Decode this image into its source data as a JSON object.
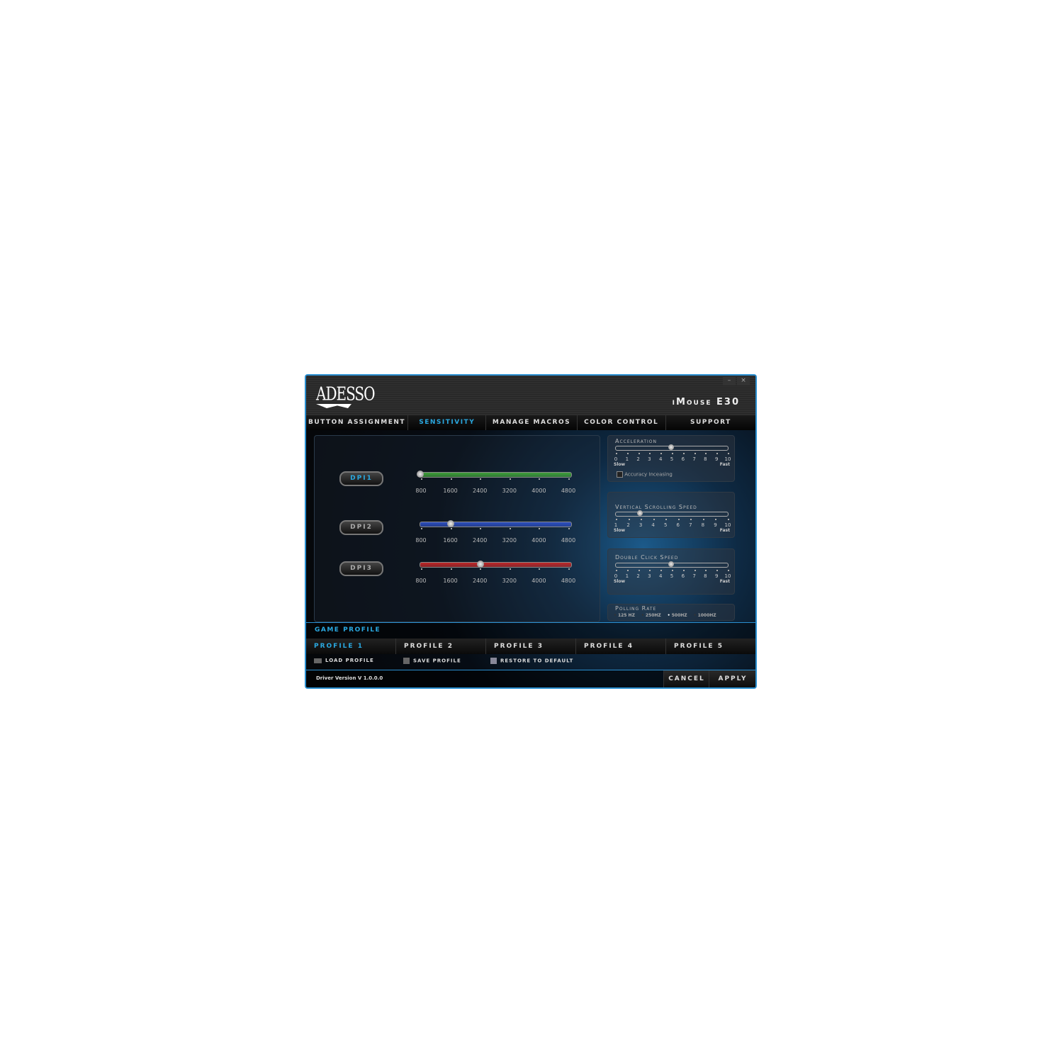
{
  "window": {
    "logo": "ADESSO",
    "title": "iMouse E30",
    "minimize": "–",
    "close": "×"
  },
  "tabs": [
    {
      "label": "BUTTON ASSIGNMENT"
    },
    {
      "label": "SENSITIVITY",
      "active": true
    },
    {
      "label": "MANAGE MACROS"
    },
    {
      "label": "COLOR CONTROL"
    },
    {
      "label": "SUPPORT"
    }
  ],
  "dpi": {
    "ticks": [
      "800",
      "1600",
      "2400",
      "3200",
      "4000",
      "4800"
    ],
    "levels": [
      {
        "label": "DPI1",
        "value": 800,
        "color": "#3fa03a",
        "active": true
      },
      {
        "label": "DPI2",
        "value": 1600,
        "color": "#2d4fc0"
      },
      {
        "label": "DPI3",
        "value": 2400,
        "color": "#c02828"
      }
    ]
  },
  "acceleration": {
    "title": "Acceleration",
    "value": 5,
    "ticks": [
      "0",
      "1",
      "2",
      "3",
      "4",
      "5",
      "6",
      "7",
      "8",
      "9",
      "10"
    ],
    "slow": "Slow",
    "fast": "Fast",
    "checkbox_label": "Accuracy Inceasing",
    "checked": false
  },
  "vertical_scrolling": {
    "title": "Vertical Scrolling Speed",
    "value": 3,
    "ticks": [
      "1",
      "2",
      "3",
      "4",
      "5",
      "6",
      "7",
      "8",
      "9",
      "10"
    ],
    "slow": "Slow",
    "fast": "Fast"
  },
  "double_click": {
    "title": "Double Click Speed",
    "value": 5,
    "ticks": [
      "0",
      "1",
      "2",
      "3",
      "4",
      "5",
      "6",
      "7",
      "8",
      "9",
      "10"
    ],
    "slow": "Slow",
    "fast": "Fast"
  },
  "polling": {
    "title": "Polling Rate",
    "options": [
      "125 HZ",
      "250HZ",
      "500HZ",
      "1000HZ"
    ],
    "selected": "500HZ"
  },
  "game_profile": {
    "title": "GAME PROFILE",
    "profiles": [
      "PROFILE 1",
      "PROFILE 2",
      "PROFILE 3",
      "PROFILE 4",
      "PROFILE 5"
    ],
    "active": 0,
    "actions": [
      "LOAD PROFILE",
      "SAVE PROFILE",
      "RESTORE TO DEFAULT"
    ]
  },
  "footer": {
    "driver_version": "Driver Version V 1.0.0.0",
    "cancel": "CANCEL",
    "apply": "APPLY"
  }
}
